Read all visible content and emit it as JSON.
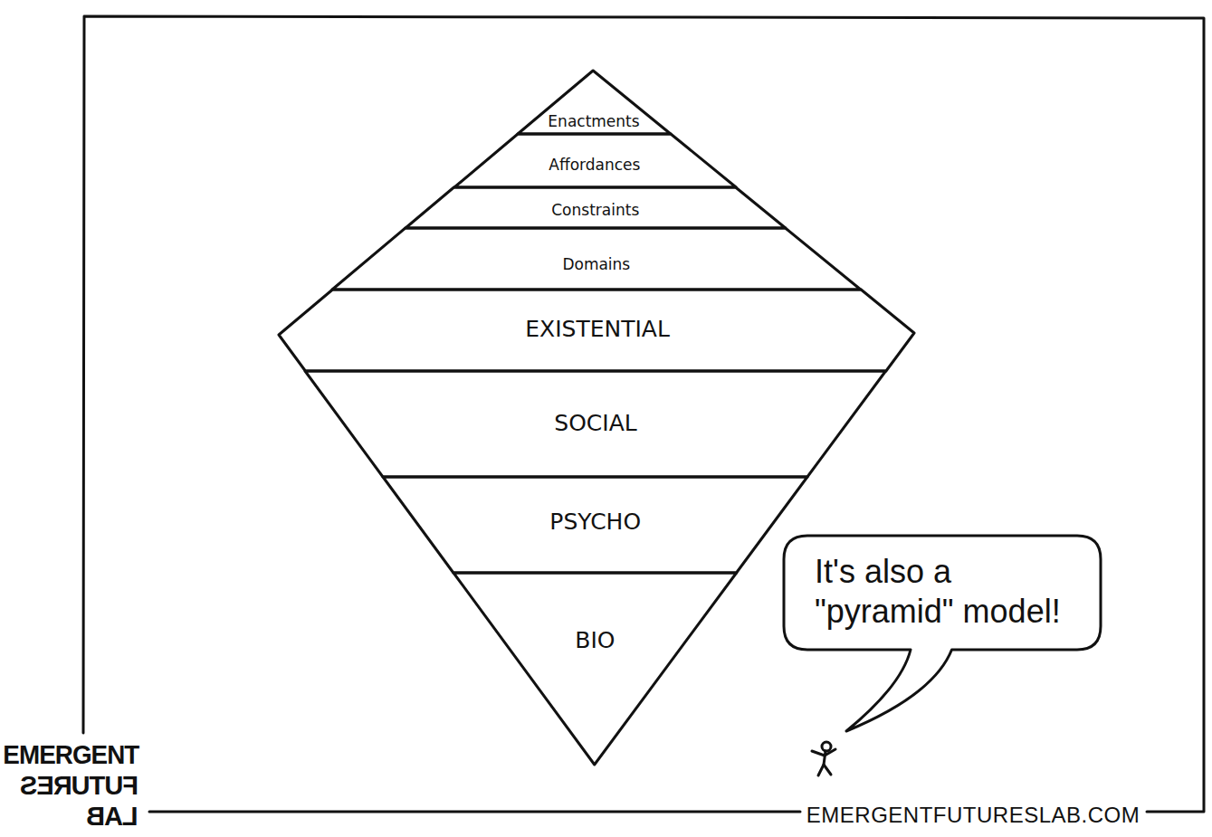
{
  "diagram": {
    "nodes": [
      {
        "text": [
          "Enactments"
        ]
      },
      {
        "text": [
          "Affordances"
        ]
      },
      {
        "text": [
          "Constraints"
        ]
      },
      {
        "text": [
          "Domains"
        ]
      },
      {
        "text": [
          "EXISTENTIAL"
        ]
      },
      {
        "text": [
          "SOCIAL"
        ]
      },
      {
        "text": [
          "PSYCHO"
        ]
      },
      {
        "text": [
          "BIO"
        ]
      },
      {
        "text": [
          "It's also a \"pyramid\" model!"
        ]
      }
    ],
    "labels": [
      "EMERGENT",
      "FUTURES",
      "LAB",
      "EMERGENTFUTURESLAB.COM"
    ]
  }
}
